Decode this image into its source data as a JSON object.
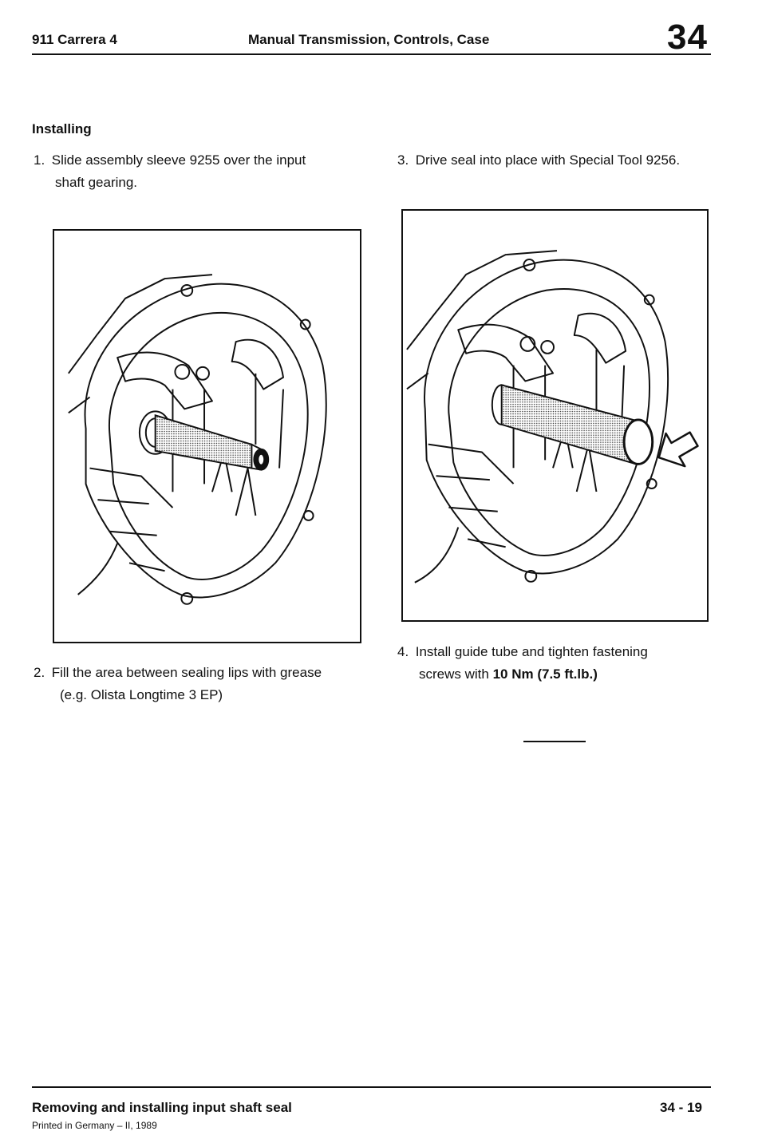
{
  "header": {
    "model": "911 Carrera 4",
    "title": "Manual Transmission, Controls, Case",
    "group_number": "34"
  },
  "section": {
    "heading": "Installing"
  },
  "steps": [
    {
      "num": "1.",
      "line1": "Slide assembly sleeve 9255 over the input",
      "line2": "shaft gearing."
    },
    {
      "num": "2.",
      "line1": "Fill the area between sealing lips with grease",
      "line2": "(e.g. Olista Longtime 3 EP)"
    },
    {
      "num": "3.",
      "line1": "Drive seal into place with Special Tool 9256."
    },
    {
      "num": "4.",
      "line1": "Install guide tube and tighten fastening",
      "line2_prefix": "screws with ",
      "line2_bold": "10 Nm (7.5 ft.lb.)"
    }
  ],
  "footer": {
    "title": "Removing and installing input shaft seal",
    "page": "34 - 19",
    "printed": "Printed in Germany – II, 1989"
  },
  "figures": {
    "left": {
      "depicts": "transmission-bellhousing-with-assembly-sleeve"
    },
    "right": {
      "depicts": "transmission-bellhousing-with-special-tool-and-arrow"
    }
  }
}
